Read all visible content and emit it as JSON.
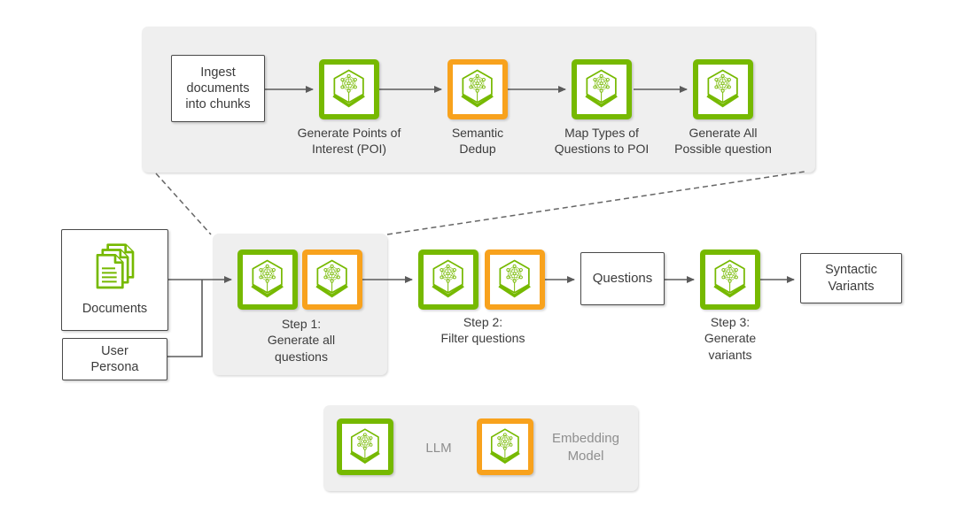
{
  "colors": {
    "nvidia_green": "#76B900",
    "embedding_orange": "#F8A21D",
    "panel_gray": "#EFEFEF",
    "arrow_gray": "#5B5B5B",
    "text_dark": "#3C3C3C",
    "legend_text_gray": "#8F8F8F",
    "node_border": "#4A4A4A"
  },
  "top_pipeline": {
    "input_label": "Ingest\ndocuments\ninto chunks",
    "steps": [
      {
        "icon": "nim-llm-icon",
        "label": "Generate Points of\nInterest (POI)"
      },
      {
        "icon": "nim-embedding-icon",
        "label": "Semantic\nDedup"
      },
      {
        "icon": "nim-llm-icon",
        "label": "Map Types of\nQuestions to POI"
      },
      {
        "icon": "nim-llm-icon",
        "label": "Generate All\nPossible question"
      }
    ]
  },
  "main_pipeline": {
    "documents_label": "Documents",
    "user_persona_label": "User\nPersona",
    "step1_label": "Step 1:\nGenerate all\nquestions",
    "step2_label": "Step 2:\nFilter questions",
    "questions_label": "Questions",
    "step3_label": "Step 3:\nGenerate\nvariants",
    "syntactic_variants_label": "Syntactic\nVariants"
  },
  "legend": {
    "llm_label": "LLM",
    "embedding_label": "Embedding\nModel"
  }
}
